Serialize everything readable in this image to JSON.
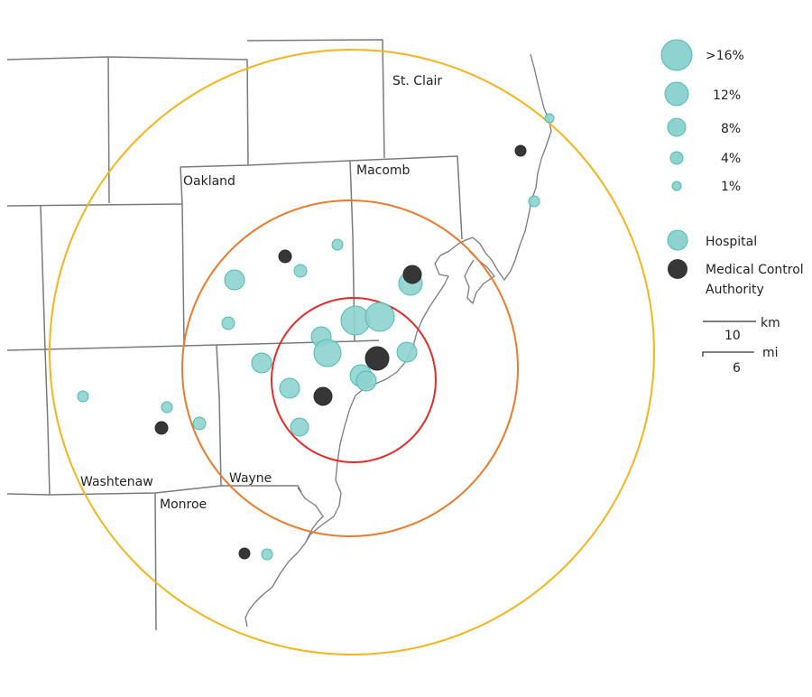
{
  "colors": {
    "hospital_fill": "#8ed3cf",
    "hospital_stroke": "#4fbab4",
    "mca_fill": "#363636",
    "ring_inner": "#e32b2b",
    "ring_middle": "#ea7a2c",
    "ring_outer": "#f2b51d",
    "border": "#7a7a7a"
  },
  "counties": {
    "st_clair": "St. Clair",
    "oakland": "Oakland",
    "macomb": "Macomb",
    "washtenaw": "Washtenaw",
    "wayne": "Wayne",
    "monroe": "Monroe"
  },
  "legend": {
    "sizes": [
      {
        "label": ">16%"
      },
      {
        "label": "12%"
      },
      {
        "label": "8%"
      },
      {
        "label": "4%"
      },
      {
        "label": "1%"
      }
    ],
    "hospital": "Hospital",
    "mca_line1": "Medical Control",
    "mca_line2": "Authority"
  },
  "scale": {
    "km_unit": "km",
    "km_value": "10",
    "mi_unit": "mi",
    "mi_value": "6"
  }
}
